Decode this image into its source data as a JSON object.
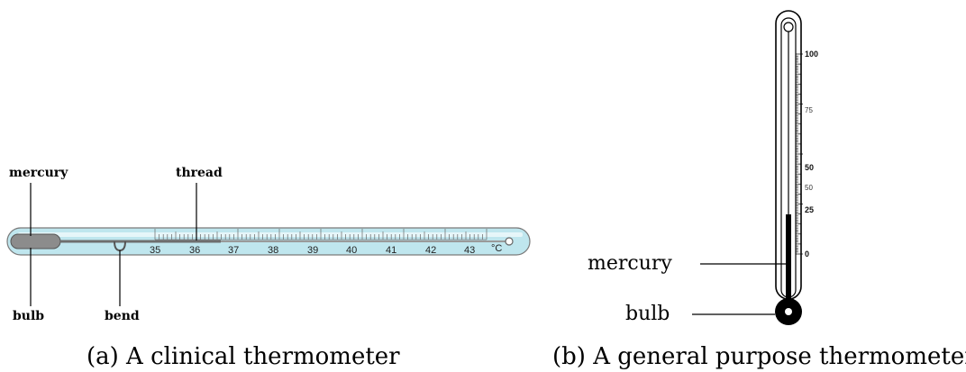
{
  "clinical": {
    "caption": "(a) A clinical thermometer",
    "labels": {
      "mercury": "mercury",
      "thread": "thread",
      "bulb": "bulb",
      "bend": "bend"
    },
    "scale": [
      "35",
      "36",
      "37",
      "38",
      "39",
      "40",
      "41",
      "42",
      "43"
    ],
    "unit": "°C"
  },
  "general": {
    "caption": "(b) A general purpose thermometer",
    "labels": {
      "mercury": "mercury",
      "bulb": "bulb"
    },
    "scale_major": [
      "100",
      "75",
      "50",
      "25",
      "0"
    ],
    "scale_minor": "50"
  },
  "colors": {
    "glass": "#bfe6ee",
    "mercury": "#888888",
    "ink": "#000000"
  }
}
